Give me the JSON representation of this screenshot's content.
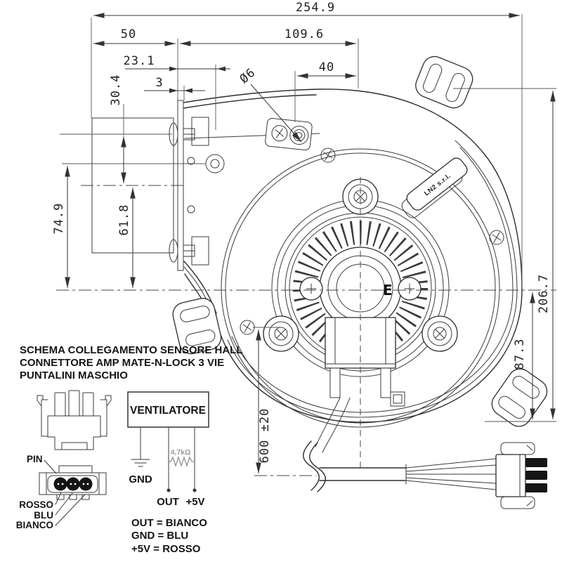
{
  "drawing": {
    "dims": {
      "total_width": "254.9",
      "flange_offset": "50",
      "flange_to_axis": "109.6",
      "hole_offset": "23.1",
      "plate_thickness": "3",
      "hole_to_axis": "40",
      "hole_diameter": "Ø6",
      "duct_height": "30.4",
      "hole_to_axis_v": "74.9",
      "duct_to_axis_v": "61.8",
      "total_height": "206.7",
      "axis_to_bottom": "87.3",
      "cable_length": "600 ±20"
    },
    "sticker_label": "LN2 s.r.l.",
    "motor_mark": "E"
  },
  "schema": {
    "title_lines": [
      "SCHEMA COLLEGAMENTO SENSORE HALL",
      "CONNETTORE AMP MATE-N-LOCK 3 VIE",
      "PUNTALINI MASCHIO"
    ],
    "connector": {
      "pin": "PIN",
      "wires": [
        "ROSSO",
        "BLU",
        "BIANCO"
      ]
    },
    "circuit": {
      "box": "VENTILATORE",
      "gnd": "GND",
      "out": "OUT",
      "v5": "+5V",
      "resistor": "4,7kΩ"
    },
    "legend": [
      "OUT = BIANCO",
      "GND = BLU",
      "+5V = ROSSO"
    ]
  },
  "colors": {
    "line": "#2b2b2b",
    "dimension": "#333333",
    "pin_fill": "#161616"
  }
}
